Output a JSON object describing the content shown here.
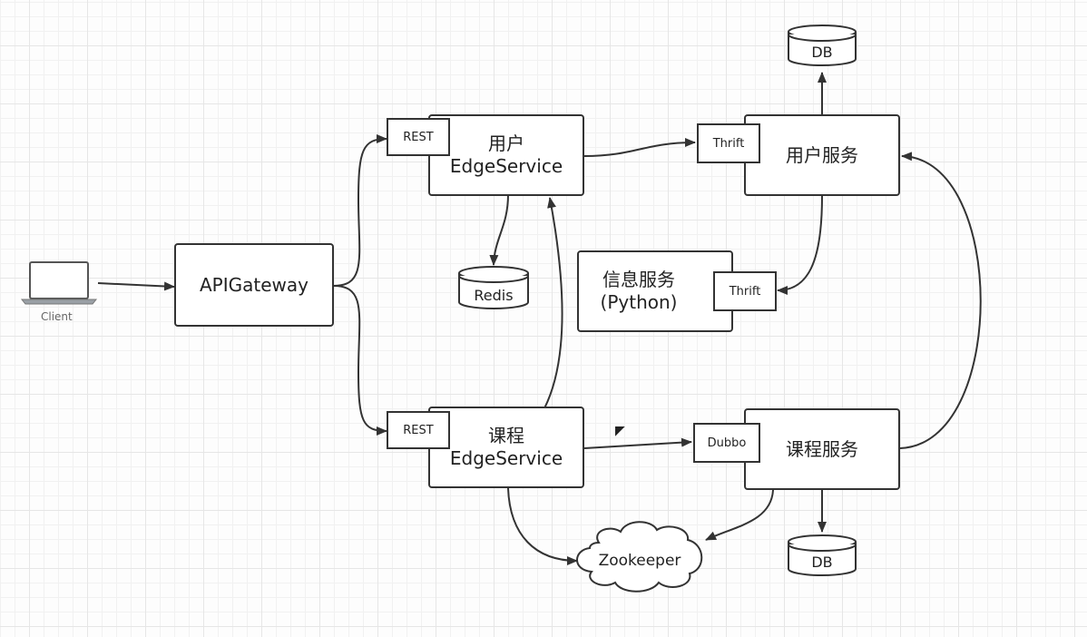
{
  "diagram": {
    "client": {
      "label": "Client",
      "icon": "laptop-icon"
    },
    "api_gateway": {
      "label": "APIGateway"
    },
    "user_edge": {
      "line1": "用户",
      "line2": "EdgeService",
      "protocol": "REST"
    },
    "course_edge": {
      "line1": "课程",
      "line2": "EdgeService",
      "protocol": "REST"
    },
    "user_service": {
      "label": "用户服务",
      "protocol": "Thrift"
    },
    "message_service": {
      "line1": "信息服务",
      "line2": "(Python)",
      "protocol": "Thrift"
    },
    "course_service": {
      "label": "课程服务",
      "protocol": "Dubbo"
    },
    "redis": {
      "label": "Redis"
    },
    "user_db": {
      "label": "DB"
    },
    "course_db": {
      "label": "DB"
    },
    "zookeeper": {
      "label": "Zookeeper"
    }
  },
  "colors": {
    "stroke": "#333333",
    "grid_major": "#e6e6e6",
    "grid_minor": "#f1f1f1",
    "background": "#fdfdfd"
  }
}
